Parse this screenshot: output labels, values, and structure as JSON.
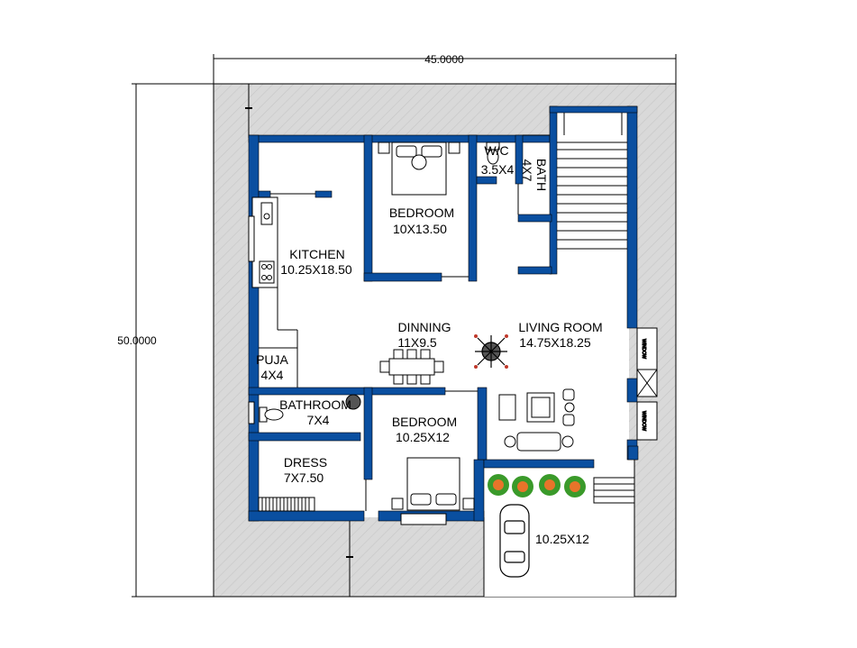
{
  "dimensions": {
    "width_label": "45.0000",
    "height_label": "50.0000"
  },
  "rooms": {
    "bedroom1": {
      "name": "BEDROOM",
      "size": "10X13.50"
    },
    "wc": {
      "name": "W/C",
      "size": "3.5X4"
    },
    "bath": {
      "name": "BATH",
      "size": "4X7"
    },
    "kitchen": {
      "name": "KITCHEN",
      "size": "10.25X18.50"
    },
    "dinning": {
      "name": "DINNING",
      "size": "11X9.5"
    },
    "living": {
      "name": "LIVING ROOM",
      "size": "14.75X18.25"
    },
    "puja": {
      "name": "PUJA",
      "size": "4X4"
    },
    "bathroom": {
      "name": "BATHROOM",
      "size": "7X4"
    },
    "bedroom2": {
      "name": "BEDROOM",
      "size": "10.25X12"
    },
    "dress": {
      "name": "DRESS",
      "size": "7X7.50"
    },
    "parking": {
      "size": "10.25X12"
    }
  },
  "window_tags": [
    "WINDOW",
    "WINDOW"
  ],
  "colors": {
    "wall": "#0a4fa0",
    "setback": "#d3d3d3",
    "hatch": "#b8b8b8",
    "floor": "#ffffff",
    "plant_orange": "#e8742a",
    "plant_green": "#3a9a2a"
  }
}
